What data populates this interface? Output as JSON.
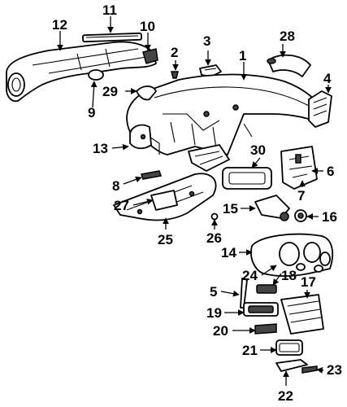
{
  "diagram": {
    "callouts": [
      "1",
      "2",
      "3",
      "4",
      "5",
      "6",
      "7",
      "8",
      "9",
      "10",
      "11",
      "12",
      "13",
      "14",
      "15",
      "16",
      "17",
      "18",
      "19",
      "20",
      "21",
      "22",
      "23",
      "24",
      "25",
      "26",
      "27",
      "28",
      "29",
      "30"
    ]
  }
}
